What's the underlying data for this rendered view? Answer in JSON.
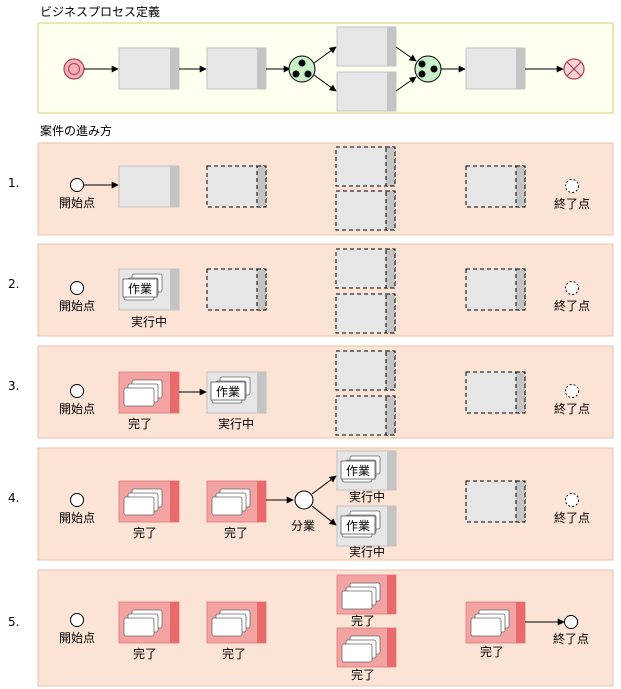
{
  "titles": {
    "definition": "ビジネスプロセス定義",
    "progress": "案件の進み方"
  },
  "labels": {
    "start": "開始点",
    "end": "終了点",
    "running": "実行中",
    "done": "完了",
    "work": "作業",
    "branch": "分業"
  },
  "steps": [
    {
      "number": "1."
    },
    {
      "number": "2."
    },
    {
      "number": "3."
    },
    {
      "number": "4."
    },
    {
      "number": "5."
    }
  ],
  "colors": {
    "definition_bg": "#fffff0",
    "definition_border": "#d8d890",
    "step_bg": "#fbe4d5",
    "step_border": "#e8c2a8",
    "box_fill": "#e6e6e6",
    "box_side": "#c4c4c4",
    "done_fill": "#f4a3a3",
    "done_side": "#e86a6a",
    "gateway_fill": "#c8f0c8",
    "start_fill": "#f2b0b8",
    "start_stroke": "#b04050",
    "end_fill": "#f8d4d8",
    "end_stroke": "#b04050"
  }
}
